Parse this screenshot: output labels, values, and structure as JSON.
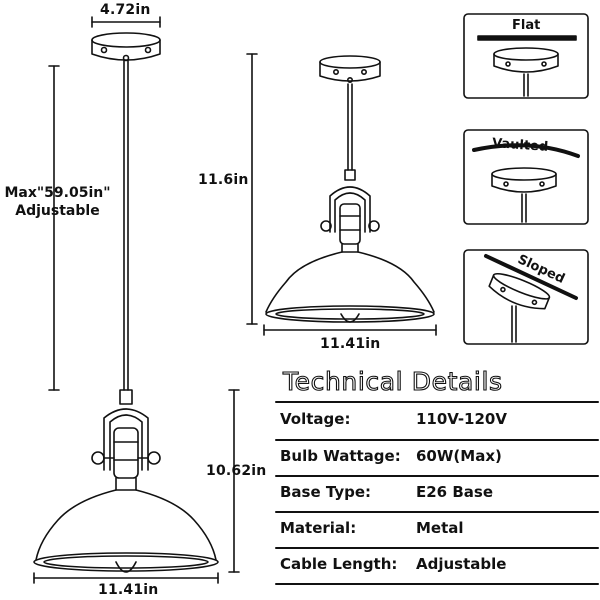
{
  "dimensions": {
    "canopy_width": "4.72in",
    "max_length_line1": "Max\"59.05in\"",
    "max_length_line2": "Adjustable",
    "small_height": "11.6in",
    "small_width": "11.41in",
    "large_height": "10.62in",
    "large_width": "11.41in"
  },
  "mount_types": [
    {
      "label": "Flat"
    },
    {
      "label": "Vaulted"
    },
    {
      "label": "Sloped"
    }
  ],
  "technical_details": {
    "title": "Technical Details",
    "rows": [
      {
        "label": "Voltage:",
        "value": "110V-120V"
      },
      {
        "label": "Bulb Wattage:",
        "value": "60W(Max)"
      },
      {
        "label": "Base Type:",
        "value": "E26 Base"
      },
      {
        "label": "Material:",
        "value": "Metal"
      },
      {
        "label": "Cable Length:",
        "value": "Adjustable"
      }
    ]
  },
  "colors": {
    "line": "#111111",
    "background": "#ffffff"
  }
}
